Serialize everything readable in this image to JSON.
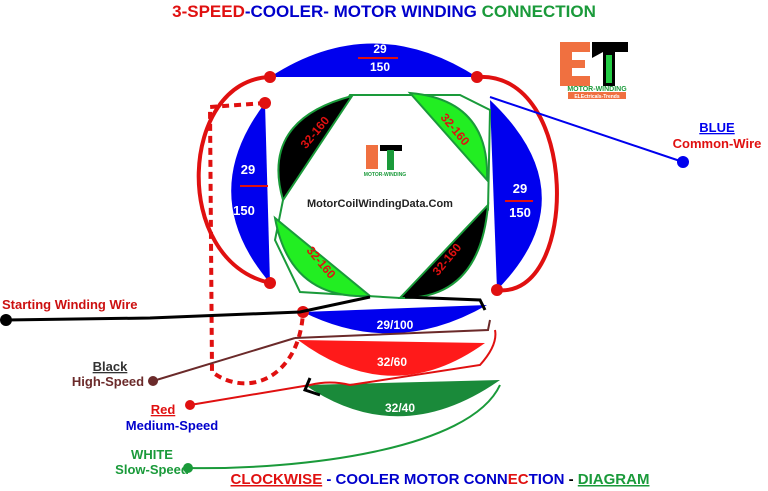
{
  "title": {
    "part1": "3-SPEED",
    "part2": "-COOLER- MOTOR WINDING ",
    "part3": "CONNECTION"
  },
  "footer": {
    "part1": "CLOCKWISE",
    "part2": " - COOLER MOTOR CONN",
    "part3": "EC",
    "part4": "TION",
    "part5": " - ",
    "part6": "DIAGRAM"
  },
  "logo": {
    "letters": "ET",
    "line1": "MOTOR-WINDING",
    "line2": "ELEctricals-Trends"
  },
  "watermark": "MotorCoilWindingData.Com",
  "main_coils": {
    "top": {
      "top": "29",
      "bottom": "150"
    },
    "left": {
      "top": "29",
      "bottom": "150"
    },
    "right": {
      "top": "29",
      "bottom": "150"
    }
  },
  "start_coils": [
    "32-160",
    "32-160",
    "32-160",
    "32-160"
  ],
  "speed_coils": {
    "black": "29/100",
    "red": "32/60",
    "green": "32/40"
  },
  "labels": {
    "blue_title": "BLUE",
    "blue_sub": "Common-Wire",
    "start": "Starting Winding Wire",
    "black_title": "Black",
    "black_sub": "High-Speed",
    "red_title": "Red",
    "red_sub": "Medium-Speed",
    "white_title": "WHITE",
    "white_sub": "Slow-Speed"
  },
  "colors": {
    "blue": "#0000dd",
    "red": "#e01010",
    "green": "#1a9a3a",
    "black": "#000000",
    "brown": "#6b2a2a",
    "lime": "#22ee22",
    "orange": "#f07040"
  }
}
